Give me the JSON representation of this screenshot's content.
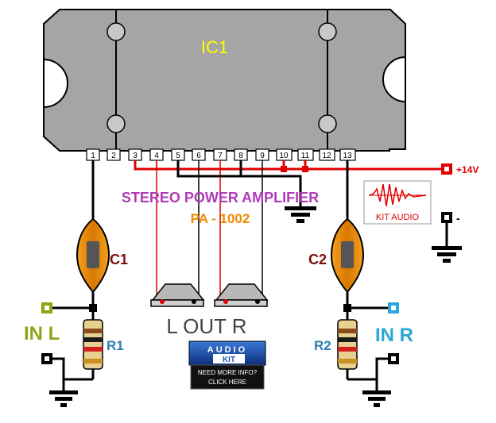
{
  "ic": {
    "label": "IC1",
    "pins": [
      "1",
      "2",
      "3",
      "4",
      "5",
      "6",
      "7",
      "8",
      "9",
      "10",
      "11",
      "12",
      "13"
    ]
  },
  "title": "STEREO POWER AMPLIFIER",
  "model": "PA - 1002",
  "supply_label": "+14V",
  "ground_label": "-",
  "capacitors": {
    "left": "C1",
    "right": "C2"
  },
  "resistors": {
    "left": "R1",
    "right": "R2"
  },
  "inputs": {
    "left": "IN L",
    "right": "IN R"
  },
  "output_label": "L OUT R",
  "kit_logo": {
    "text": "KIT AUDIO"
  },
  "audio_kit_button": {
    "line1": "AUDIO",
    "line2": "KIT",
    "line3": "NEED MORE INFO?",
    "line4": "CLICK HERE"
  },
  "colors": {
    "ic_body": "#a5a5a5",
    "ic_label": "#ffff00",
    "supply_wire": "#e00000",
    "title": "#b03ab8",
    "model": "#f08a00",
    "capacitor": "#e88a10",
    "component_label": "#7a0e0e",
    "resistor_label": "#2a7fb0",
    "in_left": "#8aa614",
    "in_right": "#2aa6d8",
    "audio_kit_blue": "#1e56b8"
  }
}
